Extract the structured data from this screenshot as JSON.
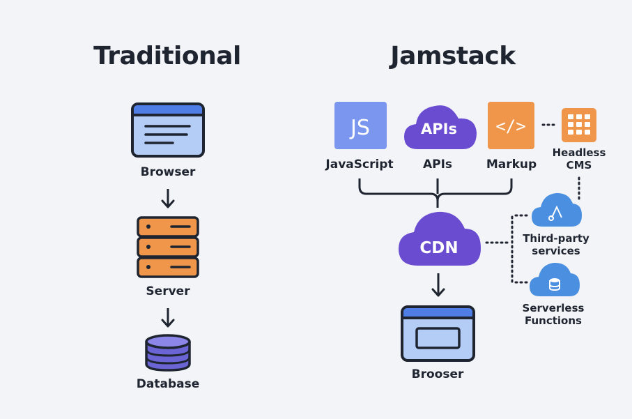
{
  "traditional": {
    "title": "Traditional",
    "browser_label": "Browser",
    "server_label": "Server",
    "database_label": "Database"
  },
  "jamstack": {
    "title": "Jamstack",
    "js_icon_text": "JS",
    "javascript_label": "JavaScript",
    "apis_icon_text": "APIs",
    "apis_label": "APIs",
    "markup_icon_text": "</>",
    "markup_label": "Markup",
    "headless_cms_line1": "Headless",
    "headless_cms_line2": "CMS",
    "cdn_text": "CDN",
    "third_party_line1": "Third-party",
    "third_party_line2": "services",
    "serverless_line1": "Serverless",
    "serverless_line2": "Functions",
    "browser_label": "Brooser"
  },
  "colors": {
    "blue_light": "#a9c4f5",
    "blue_dark": "#4f7fe6",
    "orange": "#f0964b",
    "purple": "#6a4cd0",
    "js_blue": "#7b96ee",
    "cloud_blue": "#4a8fe0",
    "outline": "#1f2530"
  }
}
